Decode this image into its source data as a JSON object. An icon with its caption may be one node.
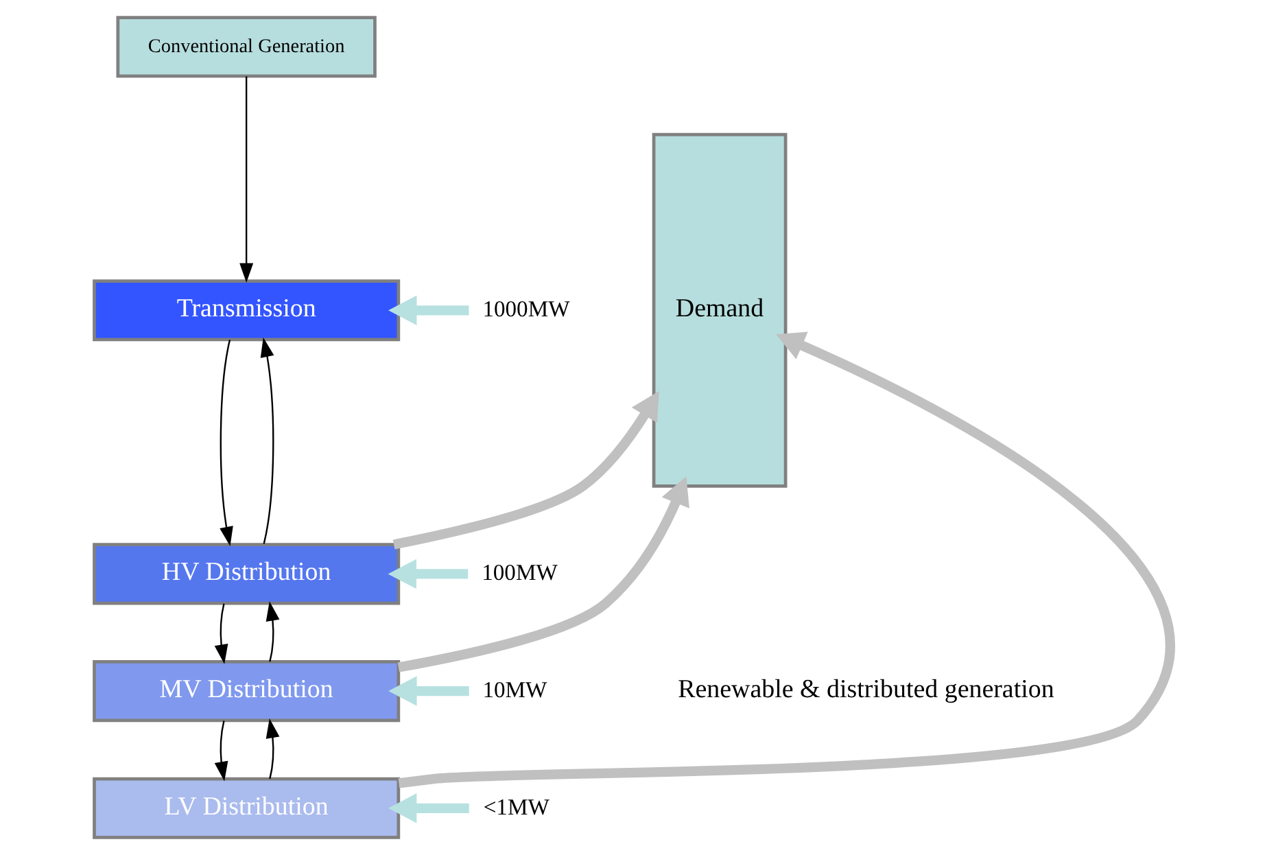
{
  "diagram": {
    "nodes": [
      {
        "text": [
          "Conventional Generation"
        ]
      },
      {
        "text": [
          "Transmission"
        ]
      },
      {
        "text": [
          "HV Distribution"
        ]
      },
      {
        "text": [
          "MV Distribution"
        ]
      },
      {
        "text": [
          "LV Distribution"
        ]
      },
      {
        "text": [
          "Demand"
        ]
      },
      {
        "text": [
          "1000MW"
        ]
      },
      {
        "text": [
          "100MW"
        ]
      },
      {
        "text": [
          "10MW"
        ]
      },
      {
        "text": [
          "<1MW"
        ]
      }
    ],
    "edges": [
      {
        "from": 0,
        "to": 1,
        "arrow": "to"
      },
      {
        "from": 1,
        "to": 2,
        "arrow": "to"
      },
      {
        "from": 2,
        "to": 1,
        "arrow": "to"
      },
      {
        "from": 2,
        "to": 3,
        "arrow": "to"
      },
      {
        "from": 3,
        "to": 2,
        "arrow": "to"
      },
      {
        "from": 3,
        "to": 4,
        "arrow": "to"
      },
      {
        "from": 4,
        "to": 3,
        "arrow": "to"
      },
      {
        "from": 2,
        "to": 5,
        "arrow": "to",
        "style": "thick",
        "color": "#c0c0c0"
      },
      {
        "from": 3,
        "to": 5,
        "arrow": "to",
        "style": "thick",
        "color": "#c0c0c0"
      },
      {
        "from": 4,
        "to": 5,
        "arrow": "to",
        "style": "thick",
        "color": "#c0c0c0"
      },
      {
        "from": 6,
        "to": 1,
        "arrow": "to",
        "style": "thick",
        "color": "#b7e1e1"
      },
      {
        "from": 7,
        "to": 2,
        "arrow": "to",
        "style": "thick",
        "color": "#b7e1e1"
      },
      {
        "from": 8,
        "to": 3,
        "arrow": "to",
        "style": "thick",
        "color": "#b7e1e1"
      },
      {
        "from": 9,
        "to": 4,
        "arrow": "to",
        "style": "thick",
        "color": "#b7e1e1"
      }
    ],
    "labels": [
      "Renewable & distributed generation"
    ]
  }
}
